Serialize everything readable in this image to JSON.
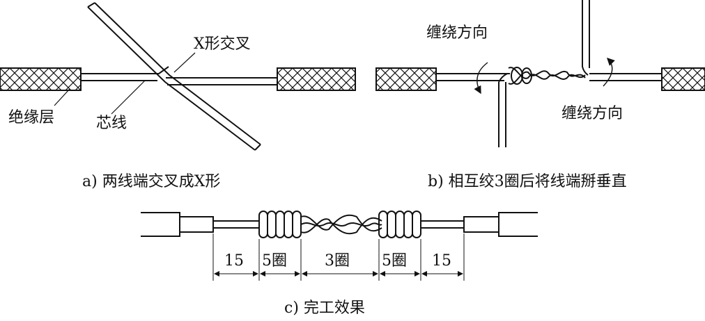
{
  "panel_a": {
    "label_cross": "X形交叉",
    "label_insulation": "绝缘层",
    "label_core": "芯线",
    "caption": "a) 两线端交叉成X形"
  },
  "panel_b": {
    "label_dir_top": "缠绕方向",
    "label_dir_bottom": "缠绕方向",
    "caption": "b) 相互绞3圈后将线端掰垂直"
  },
  "panel_c": {
    "dims": [
      "15",
      "5圈",
      "3圈",
      "5圈",
      "15"
    ],
    "caption": "c) 完工效果"
  },
  "colors": {
    "ink": "#111111",
    "background": "#ffffff"
  }
}
